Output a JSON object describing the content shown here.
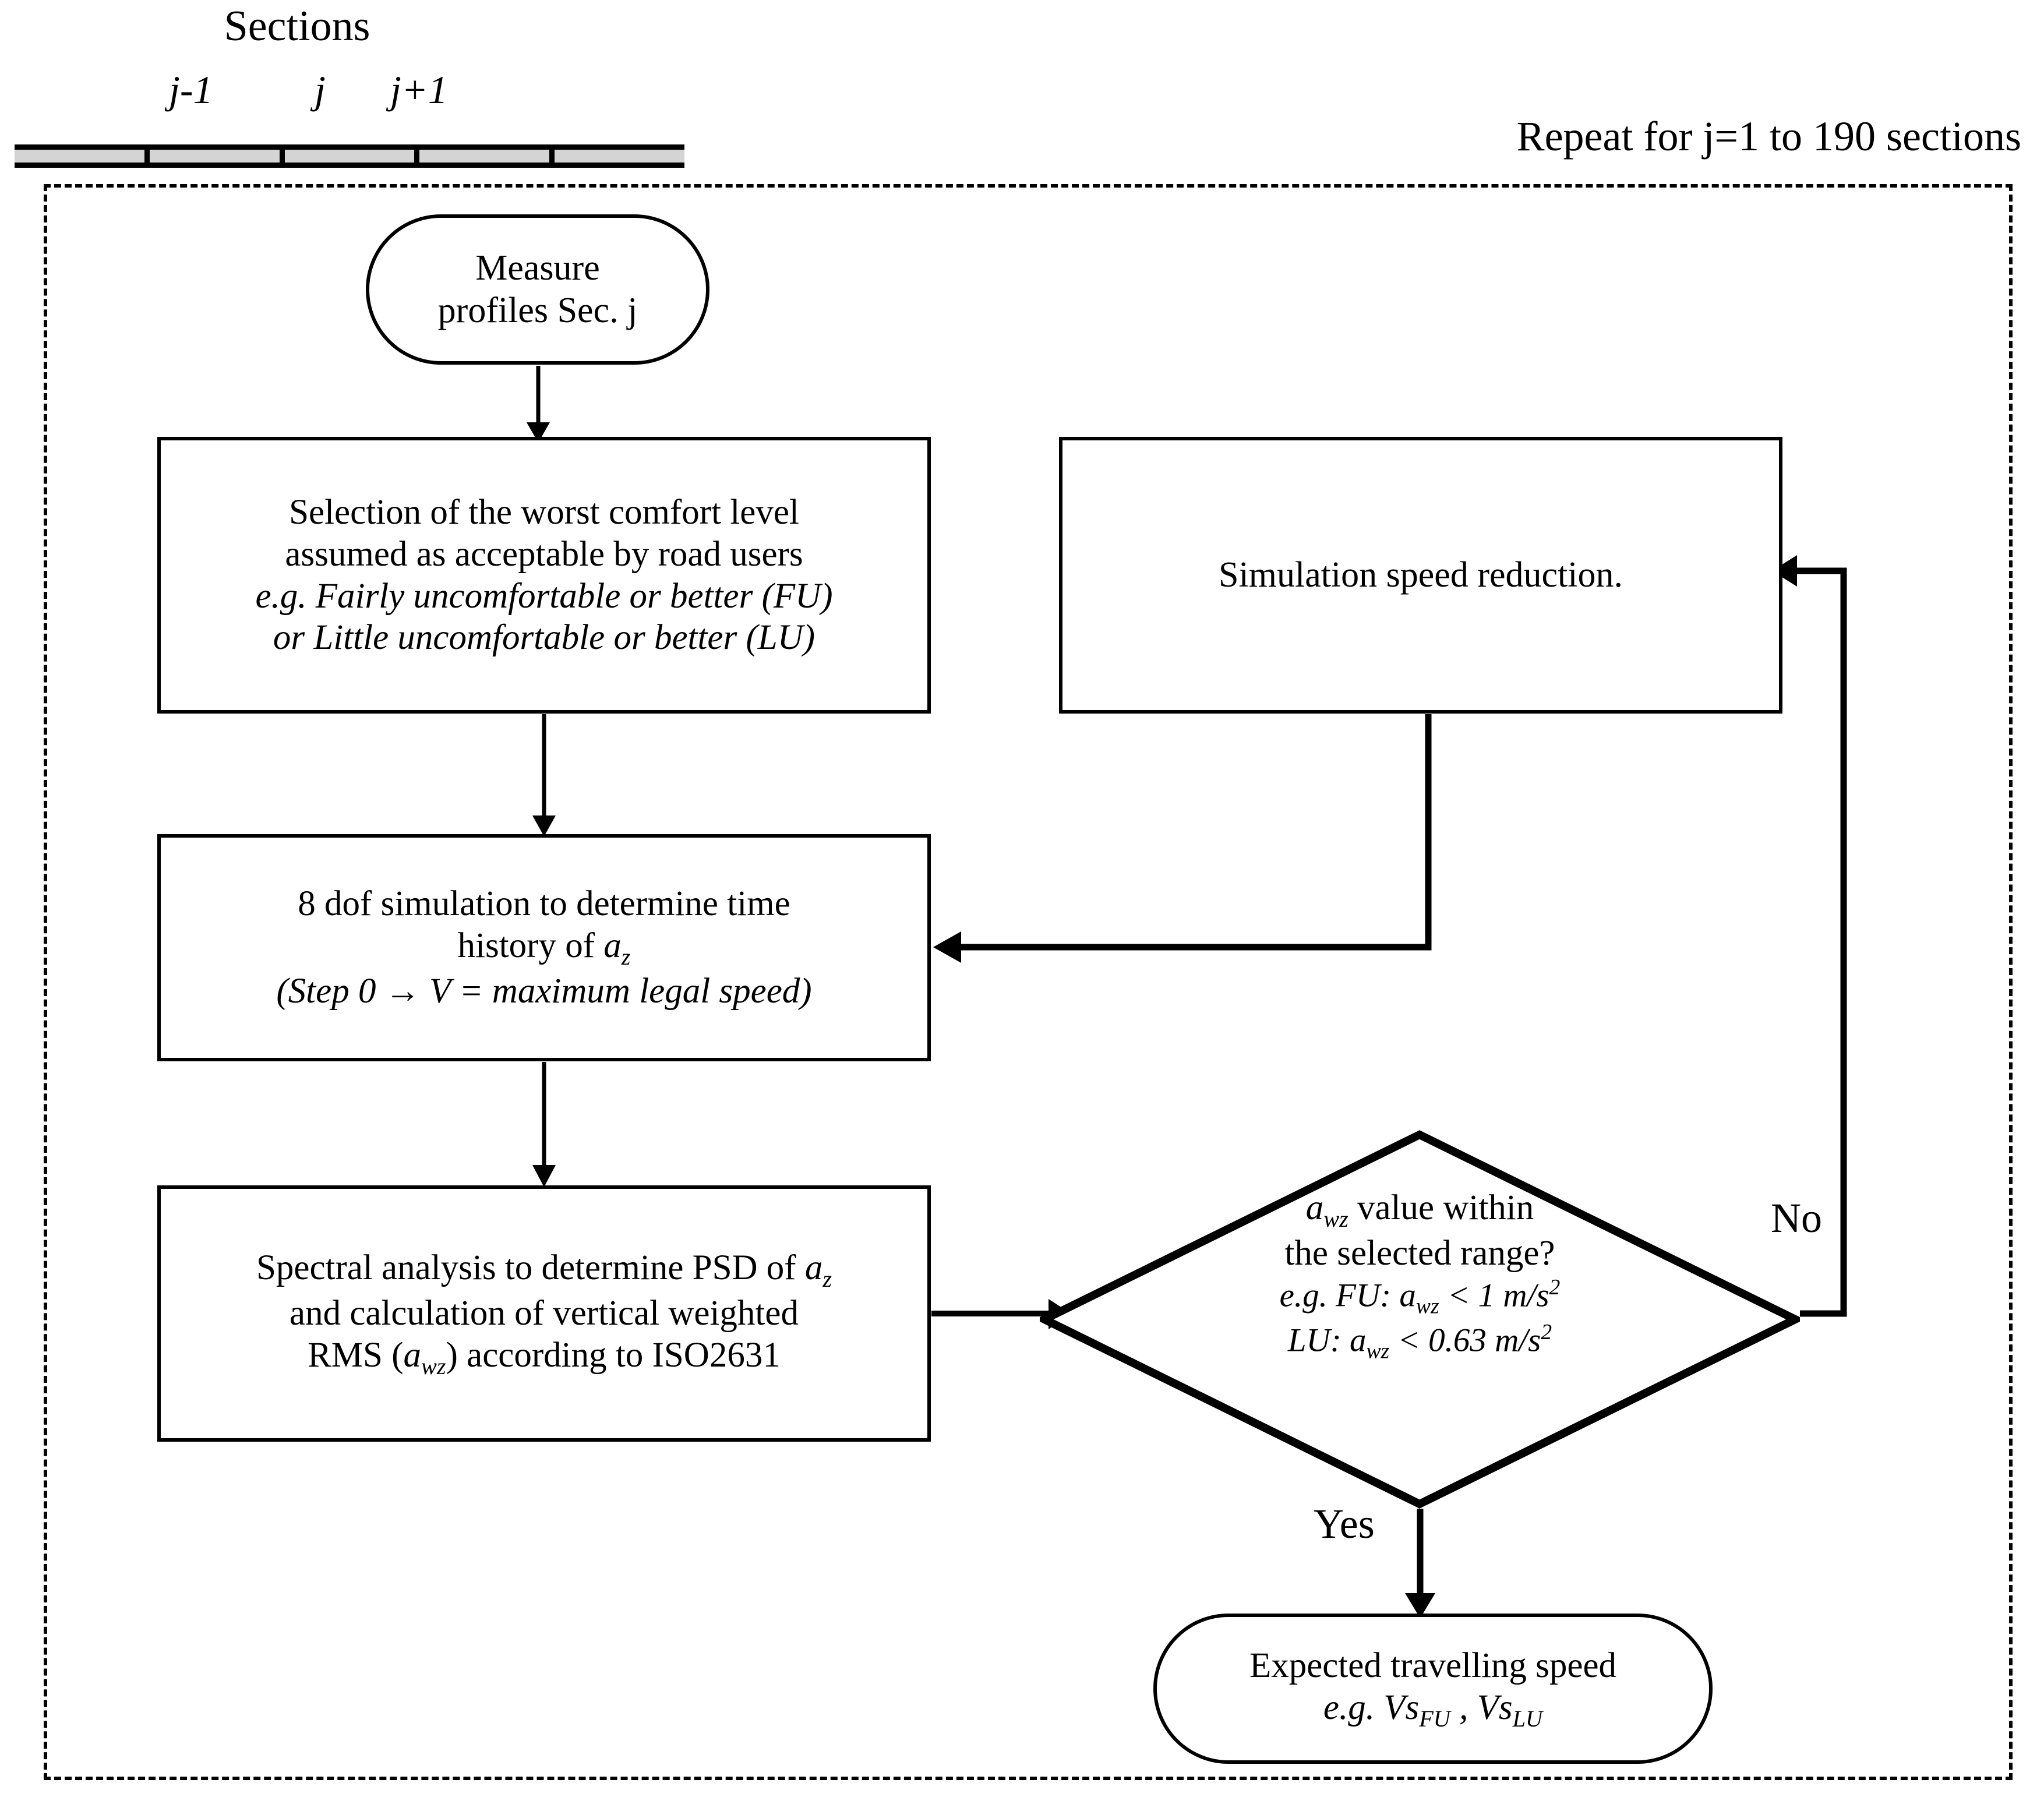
{
  "legend": {
    "title": "Sections",
    "labels": [
      "j-1",
      "j",
      "j+1"
    ],
    "segment_count": 5,
    "segment_fill": "#d4d4d4",
    "segment_border": "#000000"
  },
  "loop": {
    "caption": "Repeat for j=1 to 190 sections",
    "border_style": "dashed",
    "border_color": "#000000"
  },
  "flowchart": {
    "type": "flowchart",
    "nodes": [
      {
        "id": "measure",
        "shape": "terminator",
        "lines": [
          "Measure",
          "profiles Sec. j"
        ]
      },
      {
        "id": "selection",
        "shape": "process",
        "lines": [
          "Selection of the worst comfort level",
          "assumed as acceptable by road users",
          "e.g. Fairly uncomfortable or better (FU)",
          "or Little uncomfortable or better (LU)"
        ]
      },
      {
        "id": "sim_reduction",
        "shape": "process",
        "lines": [
          "Simulation speed reduction."
        ]
      },
      {
        "id": "dof",
        "shape": "process",
        "lines": [
          "8 dof simulation to determine time",
          "history of a",
          "(Step 0 → V = maximum legal speed)"
        ],
        "subscripts": {
          "az": "z"
        }
      },
      {
        "id": "spectral",
        "shape": "process",
        "lines": [
          "Spectral analysis to determine PSD of a",
          "and calculation of vertical weighted",
          "RMS (a",
          ") according to ISO2631"
        ],
        "subscripts": {
          "az": "z",
          "awz": "wz"
        }
      },
      {
        "id": "decision",
        "shape": "decision",
        "lines": [
          "a value within",
          "the selected range?",
          "e.g. FU: a  < 1 m/s",
          "LU: a  < 0.63 m/s"
        ],
        "subscripts": {
          "awz": "wz"
        },
        "superscripts": {
          "squared": "2"
        }
      },
      {
        "id": "expected",
        "shape": "terminator",
        "lines": [
          "Expected travelling speed",
          "e.g. Vs  , Vs"
        ],
        "subscripts": {
          "fu": "FU",
          "lu": "LU"
        }
      }
    ],
    "edge_labels": {
      "no": "No",
      "yes": "Yes"
    },
    "text_fragments": {
      "measure_l1": "Measure",
      "measure_l2": "profiles Sec. j",
      "selection_l1": "Selection of the worst comfort level",
      "selection_l2": "assumed as acceptable by road users",
      "selection_l3": "e.g. Fairly uncomfortable or better (FU)",
      "selection_l4": "or Little uncomfortable or better (LU)",
      "sim_l1": "Simulation speed reduction.",
      "dof_l1": "8 dof simulation to determine time",
      "dof_l2_pre": "history of ",
      "dof_l2_a": "a",
      "dof_l2_sub": "z",
      "dof_l3": "(Step 0 → V = maximum legal speed)",
      "spec_l1_pre": "Spectral analysis to determine PSD of ",
      "spec_l1_a": "a",
      "spec_l1_sub": "z",
      "spec_l2": "and calculation of vertical weighted",
      "spec_l3_pre": "RMS (",
      "spec_l3_a": "a",
      "spec_l3_sub": "wz",
      "spec_l3_post": ") according to ISO2631",
      "dec_l1_a": "a",
      "dec_l1_sub": "wz",
      "dec_l1_post": " value within",
      "dec_l2": "the selected range?",
      "dec_l3_pre": "e.g. FU: ",
      "dec_l3_a": "a",
      "dec_l3_sub": "wz",
      "dec_l3_mid": " < 1 m/s",
      "dec_l3_sup": "2",
      "dec_l4_pre": "LU: ",
      "dec_l4_a": "a",
      "dec_l4_sub": "wz",
      "dec_l4_mid": " < 0.63 m/s",
      "dec_l4_sup": "2",
      "exp_l1": "Expected travelling speed",
      "exp_l2_pre": "e.g. Vs",
      "exp_l2_sub1": "FU",
      "exp_l2_mid": " , Vs",
      "exp_l2_sub2": "LU"
    }
  }
}
